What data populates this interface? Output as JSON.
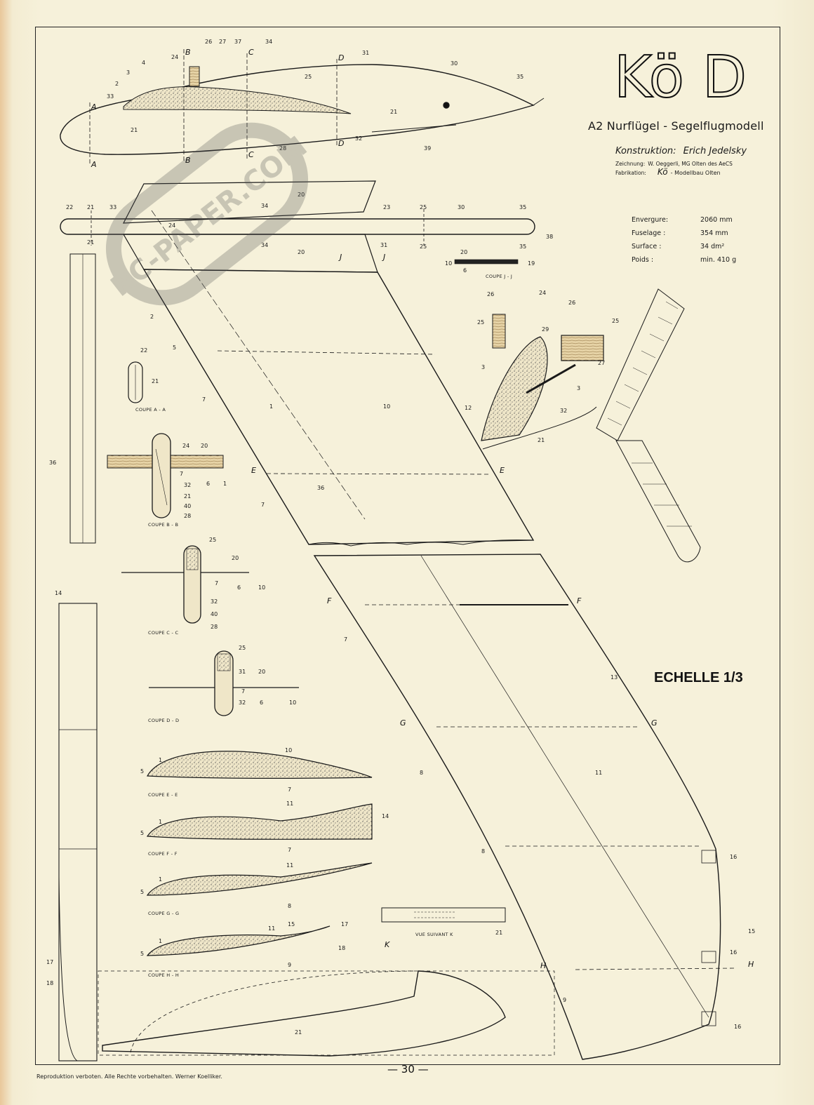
{
  "title": "Kö D",
  "subtitle": "A2 Nurflügel - Segelflugmodell",
  "credits": {
    "design_label": "Konstruktion:",
    "design_value": "Erich Jedelsky",
    "drawing_label": "Zeichnung:",
    "drawing_value": "W. Oeggerli, MG Olten des AeCS",
    "fab_label": "Fabrikation:",
    "fab_value": "Kö",
    "fab_value2": "- Modellbau Olten"
  },
  "specs": [
    {
      "label": "Envergure:",
      "value": "2060 mm"
    },
    {
      "label": "Fuselage :",
      "value": "354 mm"
    },
    {
      "label": "Surface   :",
      "value": "34 dm²"
    },
    {
      "label": "Poids      :",
      "value": "min. 410 g"
    }
  ],
  "scale": "ECHELLE 1/3",
  "footer_note": "Reproduktion verboten. Alle Rechte vorbehalten. Werner Koelliker.",
  "page_number": "30",
  "watermark": "RC-PAPER.COM",
  "sections": {
    "aa": "COUPE A - A",
    "bb": "COUPE B - B",
    "cc": "COUPE C - C",
    "dd": "COUPE D - D",
    "ee": "COUPE E - E",
    "ff": "COUPE F - F",
    "gg": "COUPE G - G",
    "hh": "COUPE H - H",
    "jj": "COUPE J - J",
    "k": "VUE SUIVANT K"
  },
  "section_letters": {
    "a": "A",
    "b": "B",
    "c": "C",
    "d": "D",
    "e": "E",
    "f": "F",
    "g": "G",
    "h": "H",
    "j": "J",
    "k": "K"
  },
  "part_numbers": {
    "n1": "1",
    "n2": "2",
    "n3": "3",
    "n4": "4",
    "n5": "5",
    "n6": "6",
    "n7": "7",
    "n8": "8",
    "n9": "9",
    "n10": "10",
    "n11": "11",
    "n12": "12",
    "n13": "13",
    "n14": "14",
    "n15": "15",
    "n16": "16",
    "n17": "17",
    "n18": "18",
    "n19": "19",
    "n20": "20",
    "n21": "21",
    "n22": "22",
    "n23": "23",
    "n24": "24",
    "n25": "25",
    "n26": "26",
    "n27": "27",
    "n28": "28",
    "n29": "29",
    "n30": "30",
    "n31": "31",
    "n32": "32",
    "n33": "33",
    "n34": "34",
    "n35": "35",
    "n36": "36",
    "n37": "37",
    "n38": "38",
    "n39": "39",
    "n40": "40"
  }
}
